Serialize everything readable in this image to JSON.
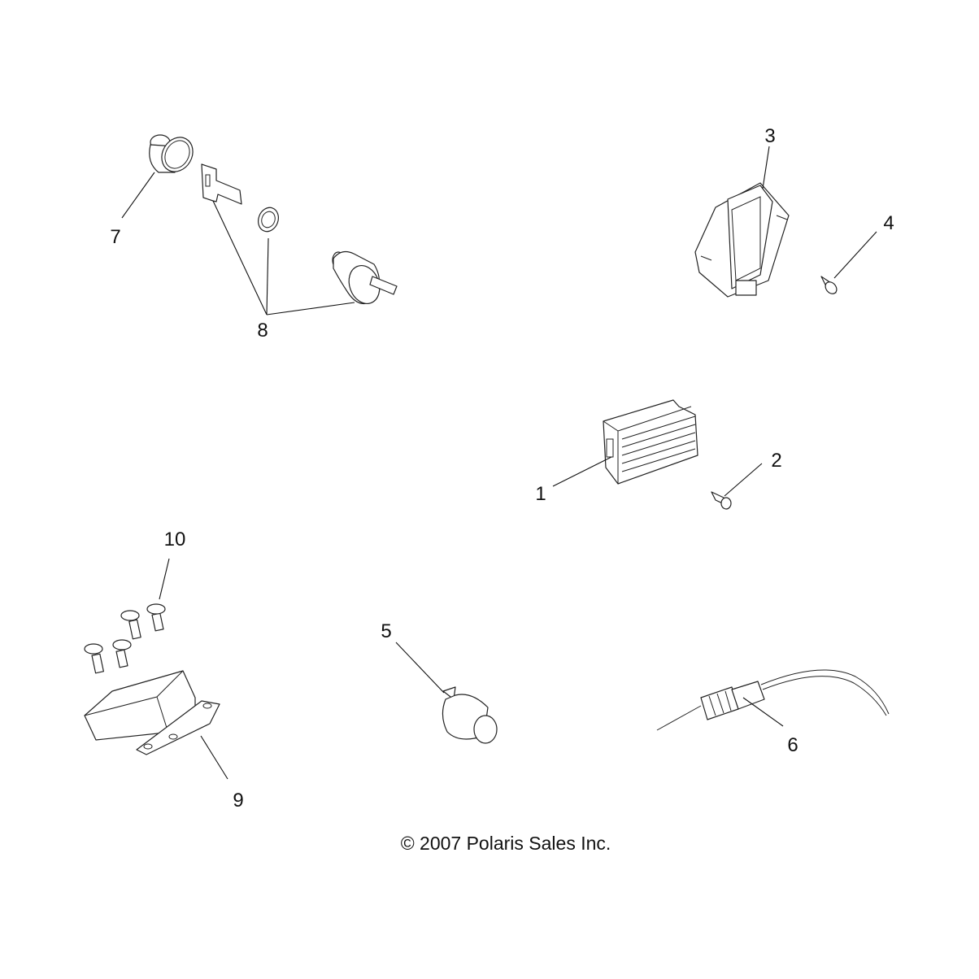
{
  "callouts": {
    "c1": "1",
    "c2": "2",
    "c3": "3",
    "c4": "4",
    "c5": "5",
    "c6": "6",
    "c7": "7",
    "c8": "8",
    "c9": "9",
    "c10": "10"
  },
  "copyright": "© 2007 Polaris Sales Inc."
}
